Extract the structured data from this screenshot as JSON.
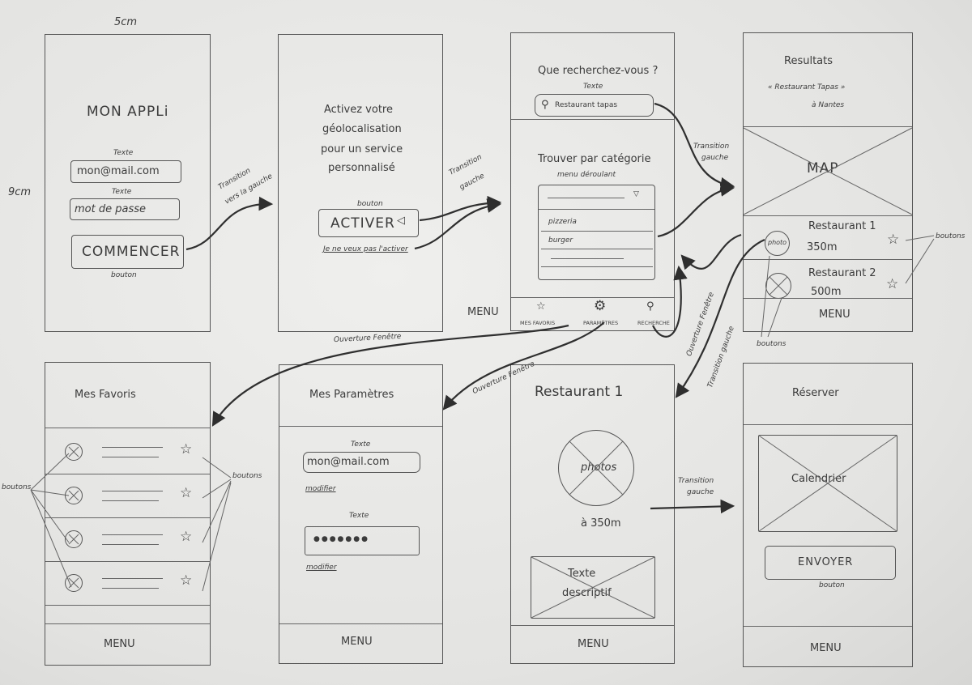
{
  "dimensions": {
    "width_label": "5cm",
    "height_label": "9cm"
  },
  "screen1": {
    "title": "MON APPLi",
    "field1_note": "Texte",
    "email_value": "mon@mail.com",
    "field2_note": "Texte",
    "password_placeholder": "mot de passe",
    "button_label": "COMMENCER",
    "button_note": "bouton"
  },
  "transition1": {
    "line1": "Transition",
    "line2": "vers la gauche"
  },
  "screen2": {
    "line1": "Activez votre",
    "line2": "géolocalisation",
    "line3": "pour un service",
    "line4": "personnalisé",
    "button_note": "bouton",
    "button_label": "ACTIVER",
    "decline_link": "Je ne veux pas l'activer"
  },
  "transition2": {
    "line1": "Transition",
    "line2": "gauche"
  },
  "screen3": {
    "question": "Que recherchez-vous ?",
    "search_note": "Texte",
    "search_value": "Restaurant tapas",
    "category_title": "Trouver par catégorie",
    "dropdown_note": "menu déroulant",
    "options": [
      "pizzeria",
      "burger"
    ],
    "menu_label": "MENU",
    "nav": {
      "favorites": "MES FAVORIS",
      "settings": "PARAMÈTRES",
      "search": "RECHERCHE"
    }
  },
  "transition3": {
    "line1": "Transition",
    "line2": "gauche"
  },
  "screen4": {
    "title": "Resultats",
    "query": "« Restaurant Tapas »",
    "location": "à Nantes",
    "map_label": "MAP",
    "results": [
      {
        "photo": "photo",
        "name": "Restaurant 1",
        "distance": "350m"
      },
      {
        "photo": "",
        "name": "Restaurant 2",
        "distance": "500m"
      }
    ],
    "buttons_note_right": "boutons",
    "buttons_note_bottom": "boutons",
    "menu_label": "MENU"
  },
  "arrows": {
    "ouverture1": "Ouverture Fenêtre",
    "ouverture2": "Ouverture Fenêtre",
    "ouverture3": "Ouverture Fenêtre",
    "transition_gauche_a": "Transition gauche",
    "transition_gauche_b_1": "Transition",
    "transition_gauche_b_2": "gauche"
  },
  "screen5": {
    "title": "Mes Favoris",
    "left_note": "boutons",
    "right_note": "boutons",
    "menu_label": "MENU"
  },
  "screen6": {
    "title": "Mes Paramètres",
    "email_note": "Texte",
    "email_value": "mon@mail.com",
    "email_modify": "modifier",
    "password_note": "Texte",
    "password_value": "●●●●●●●",
    "password_modify": "modifier",
    "menu_label": "MENU"
  },
  "screen7": {
    "title": "Restaurant 1",
    "photo_label": "photos",
    "distance": "à 350m",
    "description_line1": "Texte",
    "description_line2": "descriptif",
    "menu_label": "MENU"
  },
  "screen8": {
    "title": "Réserver",
    "calendar_label": "Calendrier",
    "button_label": "ENVOYER",
    "button_note": "bouton",
    "menu_label": "MENU"
  }
}
